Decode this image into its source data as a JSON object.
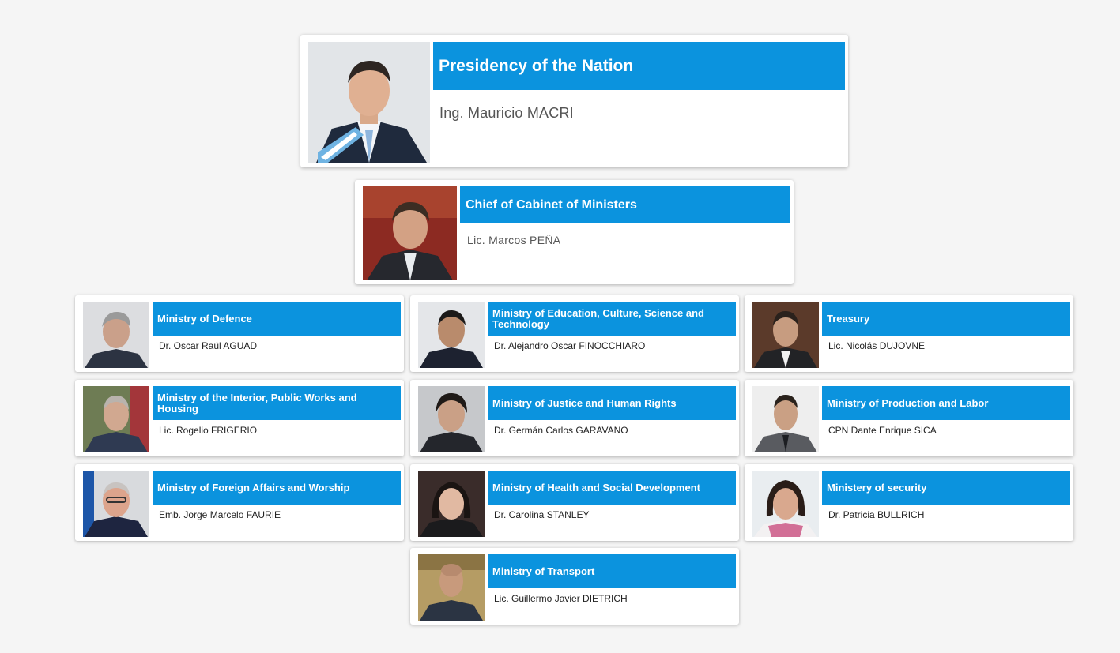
{
  "colors": {
    "accent": "#0b93de",
    "background": "#f5f5f5"
  },
  "presidency": {
    "title": "Presidency of the Nation",
    "name": "Ing. Mauricio MACRI"
  },
  "cabinet_chief": {
    "title": "Chief of Cabinet of Ministers",
    "name": "Lic. Marcos PEÑA"
  },
  "ministries": [
    {
      "title": "Ministry of Defence",
      "name": "Dr. Oscar Raúl AGUAD"
    },
    {
      "title": "Ministry of Education, Culture, Science and Technology",
      "name": "Dr. Alejandro Oscar FINOCCHIARO"
    },
    {
      "title": "Treasury",
      "name": "Lic. Nicolás DUJOVNE"
    },
    {
      "title": "Ministry of the Interior, Public Works and Housing",
      "name": "Lic. Rogelio FRIGERIO"
    },
    {
      "title": "Ministry of Justice and Human Rights",
      "name": "Dr. Germán Carlos GARAVANO"
    },
    {
      "title": "Ministry of Production and Labor",
      "name": "CPN Dante Enrique SICA"
    },
    {
      "title": "Ministry of Foreign Affairs and Worship",
      "name": "Emb. Jorge Marcelo FAURIE"
    },
    {
      "title": "Ministry of Health and Social Development",
      "name": "Dr. Carolina STANLEY"
    },
    {
      "title": "Ministery of security",
      "name": "Dr. Patricia BULLRICH"
    },
    {
      "title": "Ministry of Transport",
      "name": "Lic. Guillermo Javier DIETRICH"
    }
  ]
}
